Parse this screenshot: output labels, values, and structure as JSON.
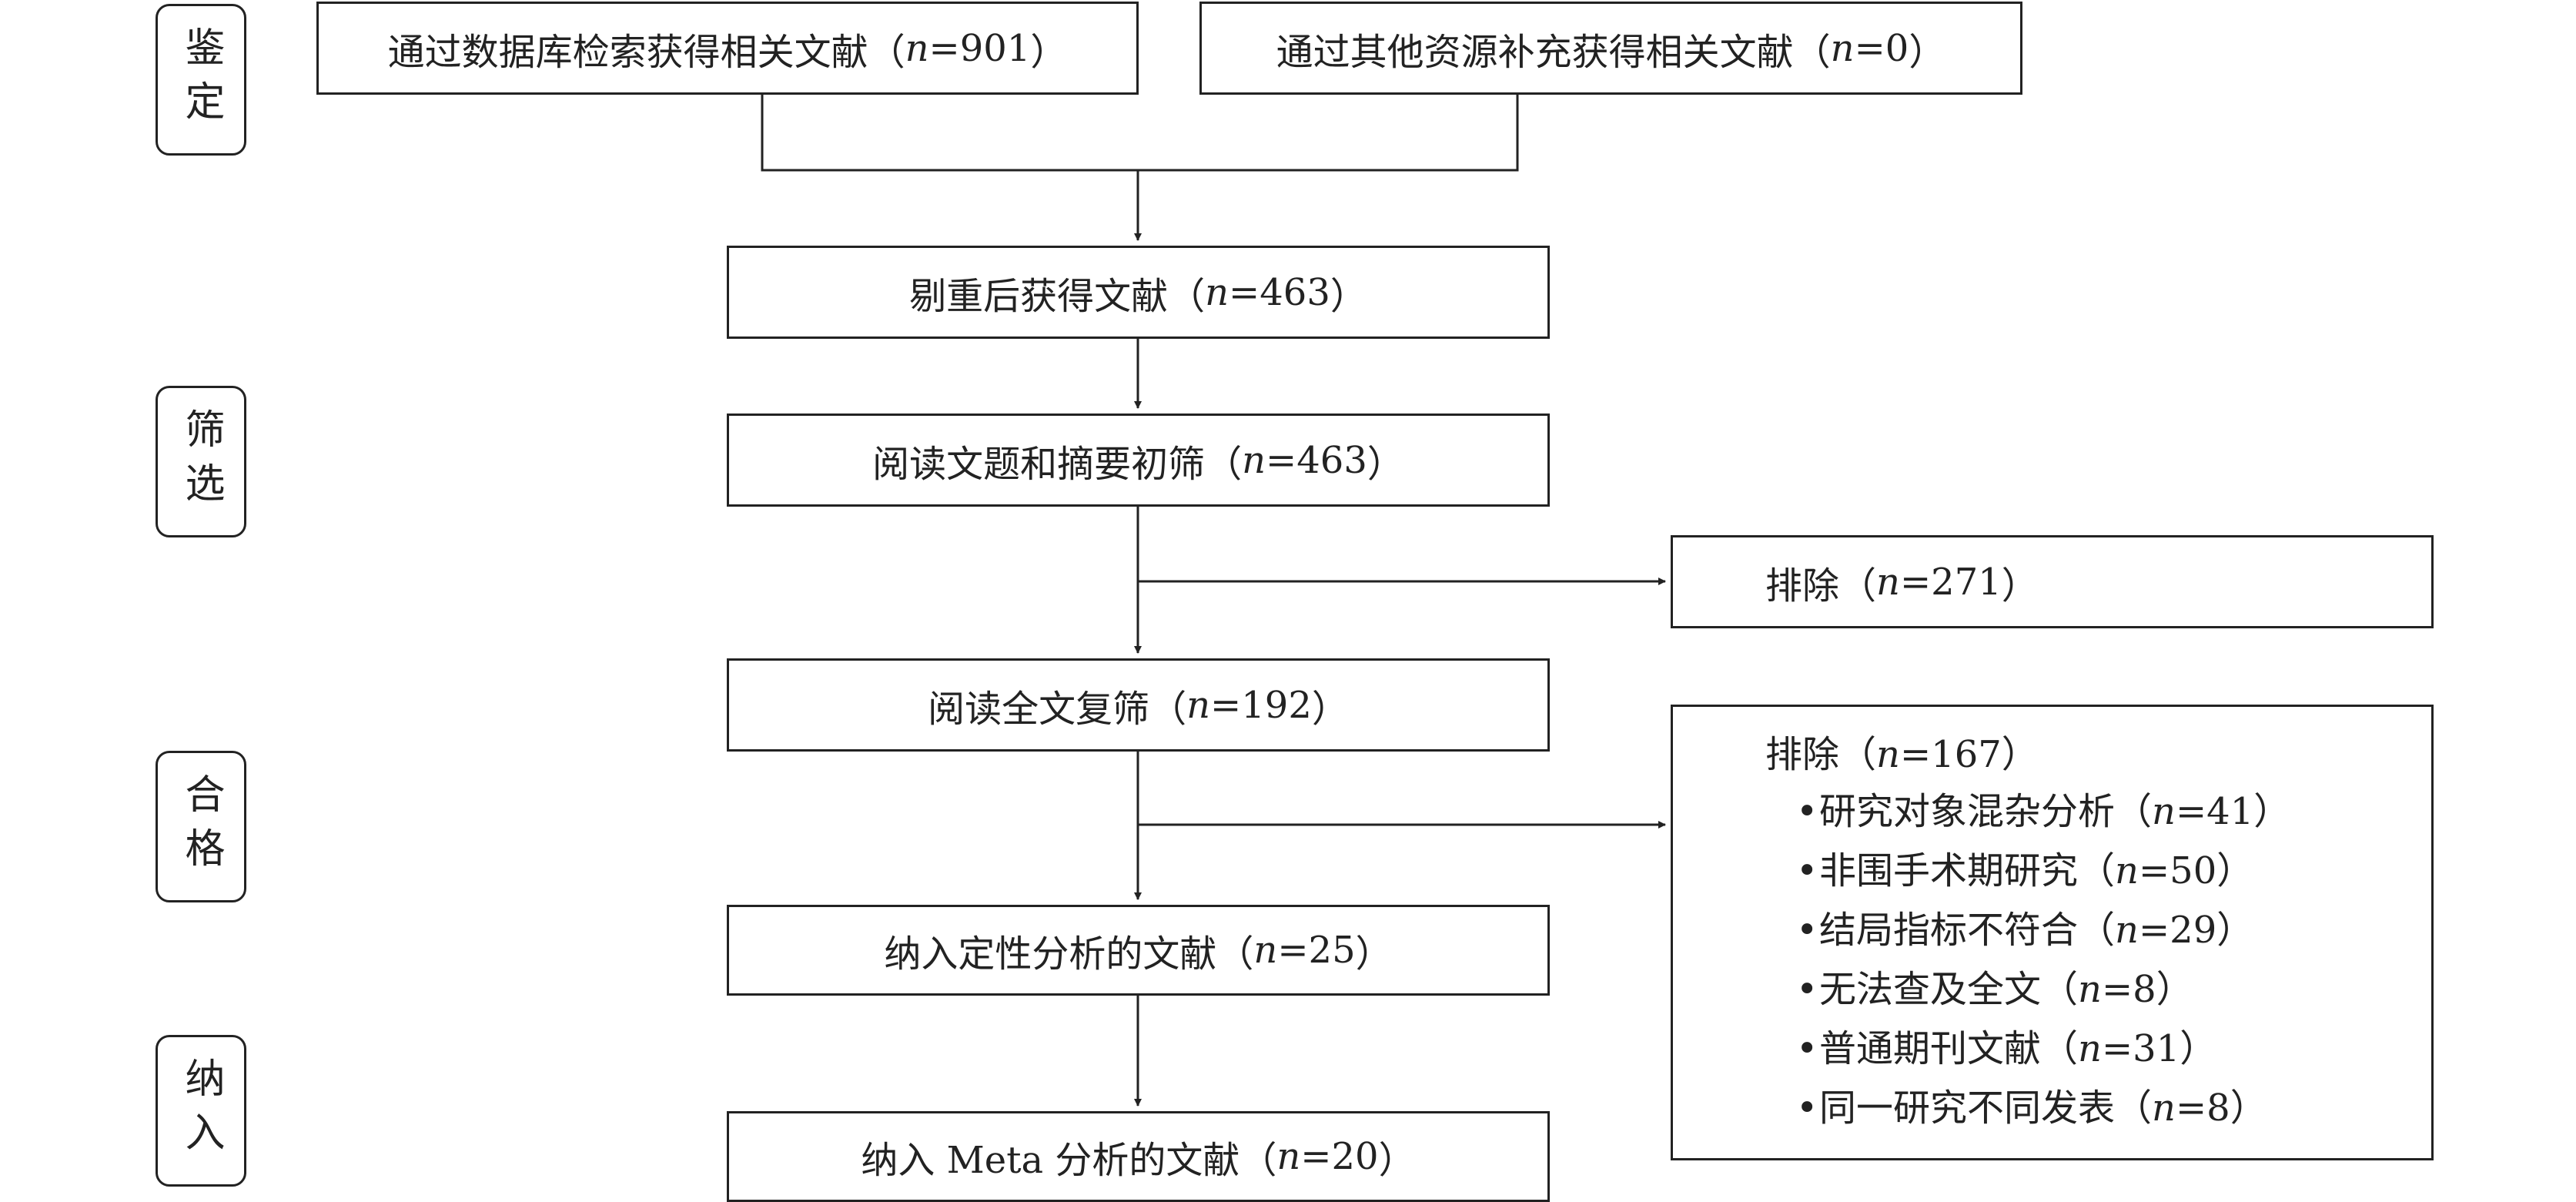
{
  "stages": [
    "鉴定",
    "筛选",
    "合格",
    "纳入"
  ],
  "boxes": {
    "database": {
      "text": "通过数据库检索获得相关文献",
      "n": "901"
    },
    "other": {
      "text": "通过其他资源补充获得相关文献",
      "n": "0"
    },
    "dedup": {
      "text": "剔重后获得文献",
      "n": "463"
    },
    "screen": {
      "text": "阅读文题和摘要初筛",
      "n": "463"
    },
    "exclude1": {
      "text": "排除",
      "n": "271"
    },
    "fulltext": {
      "text": "阅读全文复筛",
      "n": "192"
    },
    "qualitative": {
      "text": "纳入定性分析的文献",
      "n": "25"
    },
    "meta": {
      "text": "纳入 Meta 分析的文献",
      "n": "20"
    }
  },
  "exclude2": {
    "title": "排除",
    "n": "167",
    "reasons": [
      {
        "text": "研究对象混杂分析",
        "n": "41"
      },
      {
        "text": "非围手术期研究",
        "n": "50"
      },
      {
        "text": "结局指标不符合",
        "n": "29"
      },
      {
        "text": "无法查及全文",
        "n": "8"
      },
      {
        "text": "普通期刊文献",
        "n": "31"
      },
      {
        "text": "同一研究不同发表",
        "n": "8"
      }
    ]
  },
  "n_symbol": "n"
}
